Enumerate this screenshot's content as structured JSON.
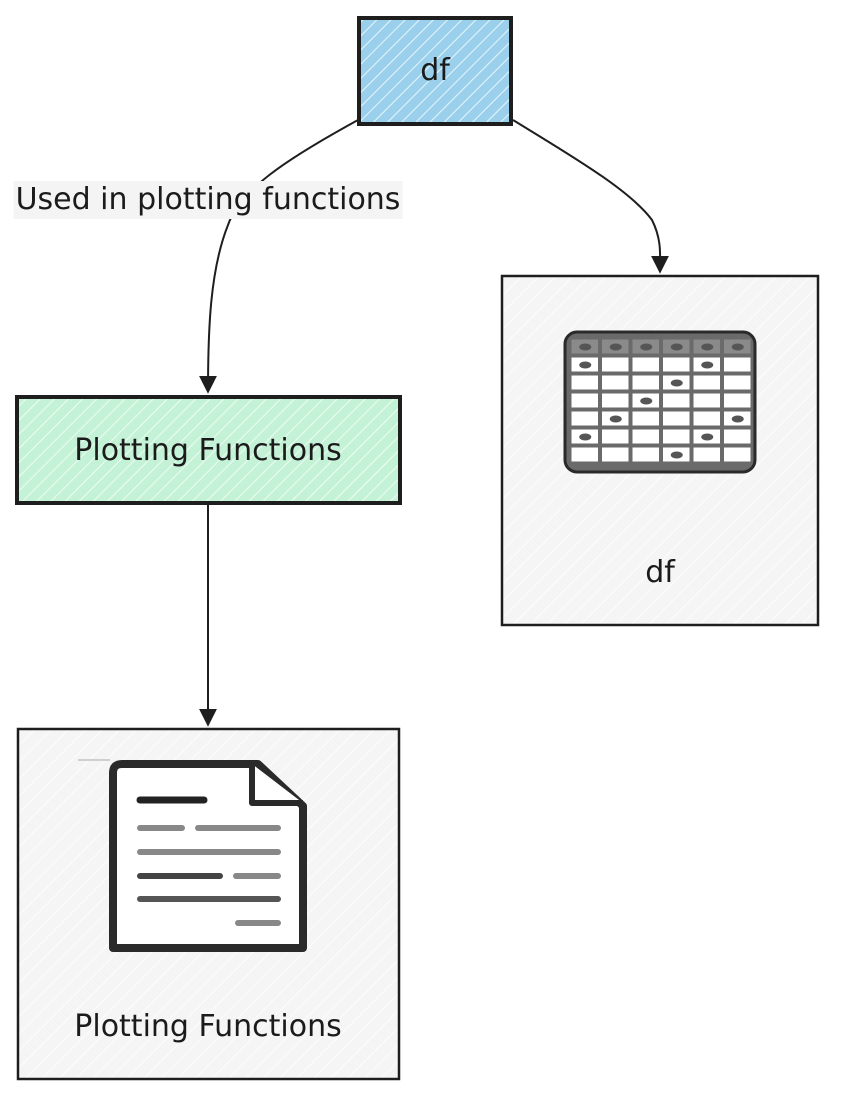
{
  "nodes": {
    "df_top": {
      "label": "df",
      "fill": "#9ad0ec"
    },
    "plotting_box": {
      "label": "Plotting Functions",
      "fill": "#c3f2d7"
    },
    "df_card": {
      "label": "df",
      "icon": "table-icon"
    },
    "plot_card": {
      "label": "Plotting Functions",
      "icon": "document-icon"
    }
  },
  "edges": {
    "df_to_plotting": {
      "label": "Used in plotting functions"
    },
    "df_to_card": {
      "label": ""
    },
    "plotting_to_card": {
      "label": ""
    }
  },
  "colors": {
    "stroke": "#1e1e1e",
    "card_fill": "#f5f5f5",
    "hatch_light": "#ffffff"
  }
}
